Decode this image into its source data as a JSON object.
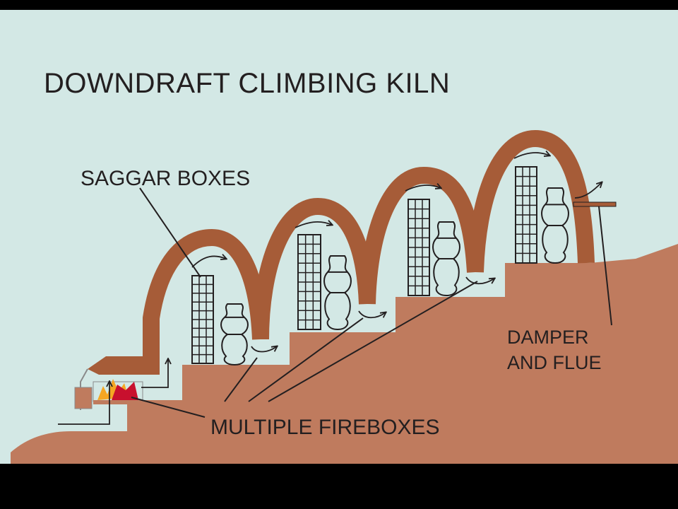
{
  "title": "DOWNDRAFT CLIMBING KILN",
  "labels": {
    "saggar_boxes": "SAGGAR BOXES",
    "multiple_fireboxes": "MULTIPLE FIREBOXES",
    "damper_line1": "DAMPER",
    "damper_line2": "AND FLUE"
  },
  "colors": {
    "sky": "#d3e8e5",
    "ground": "#bf7b5e",
    "arch": "#a65c38",
    "ink": "#231f20",
    "fire_red": "#c8102e",
    "fire_orange": "#f5a623",
    "frame": "#000000"
  }
}
